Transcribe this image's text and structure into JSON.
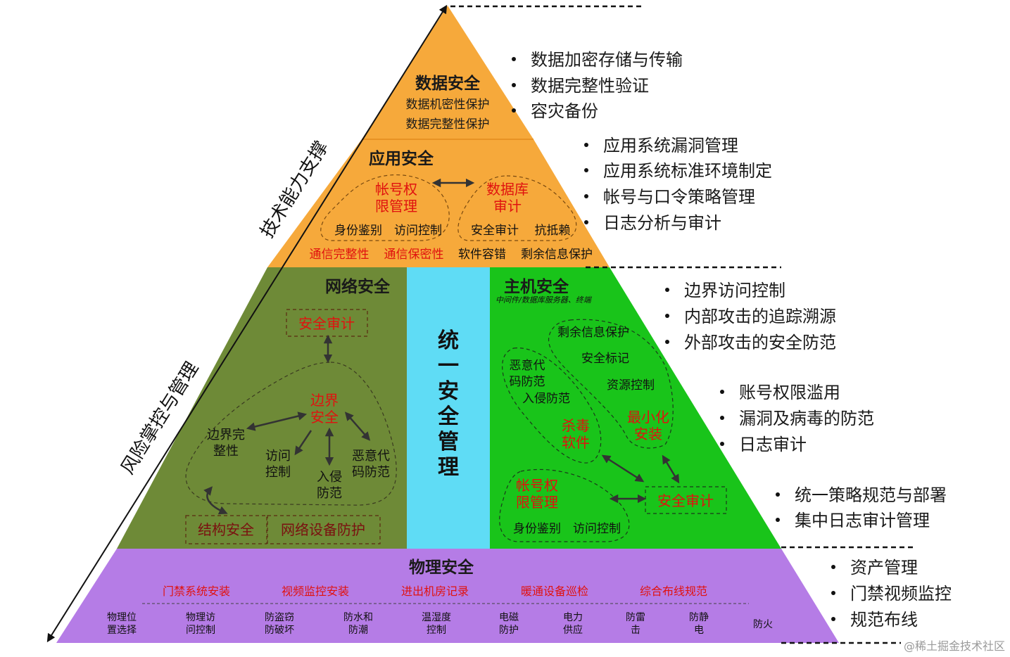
{
  "side_labels": {
    "tech": "技术能力支撑",
    "risk": "风险掌控与管理"
  },
  "data_security": {
    "title": "数据安全",
    "items": [
      "数据机密性保护",
      "数据完整性保护"
    ],
    "bullets": [
      "数据加密存储与传输",
      "数据完整性验证",
      "容灾备份"
    ]
  },
  "app_security": {
    "title": "应用安全",
    "left_group_title": [
      "帐号权",
      "限管理"
    ],
    "left_group_items": [
      "身份鉴别",
      "访问控制"
    ],
    "right_group_title": [
      "数据库",
      "审计"
    ],
    "right_group_items": [
      "安全审计",
      "抗抵赖"
    ],
    "bottom_red": [
      "通信完整性",
      "通信保密性"
    ],
    "bottom_black": [
      "软件容错",
      "剩余信息保护"
    ],
    "bullets": [
      "应用系统漏洞管理",
      "应用系统标准环境制定",
      "帐号与口令策略管理",
      "日志分析与审计"
    ]
  },
  "network_security": {
    "title": "网络安全",
    "audit": "安全审计",
    "boundary": [
      "边界",
      "安全"
    ],
    "integrity": [
      "边界完",
      "整性"
    ],
    "access": [
      "访问",
      "控制"
    ],
    "intrusion": [
      "入侵",
      "防范"
    ],
    "malware": [
      "恶意代",
      "码防范"
    ],
    "struct": "结构安全",
    "device": "网络设备防护"
  },
  "unified": {
    "chars": [
      "统",
      "一",
      "安",
      "全",
      "管",
      "理"
    ]
  },
  "host_security": {
    "title": "主机安全",
    "subtitle": "中间件/数据库服务器、终端",
    "residual": "剩余信息保护",
    "mark": "安全标记",
    "resource": "资源控制",
    "malware": [
      "恶意代",
      "码防范"
    ],
    "intrusion": "入侵防范",
    "antivirus": [
      "杀毒",
      "软件"
    ],
    "minimal": [
      "最小化",
      "安装"
    ],
    "account": [
      "帐号权",
      "限管理"
    ],
    "auth": "身份鉴别",
    "access": "访问控制",
    "audit": "安全审计",
    "bullets_1": [
      "边界访问控制",
      "内部攻击的追踪溯源",
      "外部攻击的安全防范"
    ],
    "bullets_2": [
      "账号权限滥用",
      "漏洞及病毒的防范",
      "日志审计"
    ],
    "bullets_3": [
      "统一策略规范与部署",
      "集中日志审计管理"
    ]
  },
  "physical_security": {
    "title": "物理安全",
    "red_items": [
      "门禁系统安装",
      "视频监控安装",
      "进出机房记录",
      "暖通设备巡检",
      "综合布线规范"
    ],
    "items": [
      [
        "物理位",
        "置选择"
      ],
      [
        "物理访",
        "问控制"
      ],
      [
        "防盗窃",
        "防破坏"
      ],
      [
        "防水和",
        "防潮"
      ],
      [
        "温湿度",
        "控制"
      ],
      [
        "电磁",
        "防护"
      ],
      [
        "电力",
        "供应"
      ],
      [
        "防雷",
        "击"
      ],
      [
        "防静",
        "电"
      ],
      [
        "防火"
      ]
    ],
    "bullets": [
      "资产管理",
      "门禁视频监控",
      "规范布线"
    ]
  },
  "watermark": "@稀土掘金技术社区",
  "colors": {
    "data": "#f6a93b",
    "app": "#f6a93b",
    "network": "#6e8a37",
    "unified": "#5fdcf5",
    "host": "#19c41a",
    "physical": "#b57ce6",
    "red": "#e0120f"
  }
}
